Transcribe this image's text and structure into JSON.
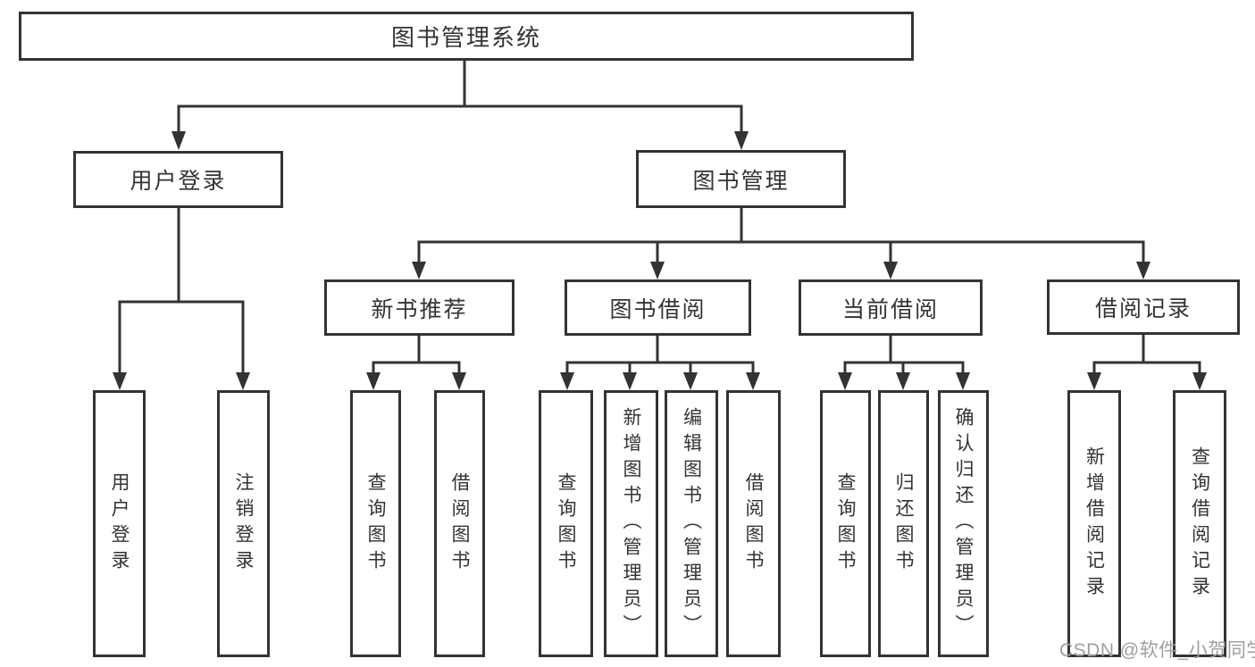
{
  "tree": {
    "label": "图书管理系统",
    "children": [
      {
        "label": "用户登录",
        "children": [
          {
            "label": "用户登录"
          },
          {
            "label": "注销登录"
          }
        ]
      },
      {
        "label": "图书管理",
        "children": [
          {
            "label": "新书推荐",
            "children": [
              {
                "label": "查询图书"
              },
              {
                "label": "借阅图书"
              }
            ]
          },
          {
            "label": "图书借阅",
            "children": [
              {
                "label": "查询图书"
              },
              {
                "label": "新增图书（管理员）"
              },
              {
                "label": "编辑图书（管理员）"
              },
              {
                "label": "借阅图书"
              }
            ]
          },
          {
            "label": "当前借阅",
            "children": [
              {
                "label": "查询图书"
              },
              {
                "label": "归还图书"
              },
              {
                "label": "确认归还（管理员）"
              }
            ]
          },
          {
            "label": "借阅记录",
            "children": [
              {
                "label": "新增借阅记录"
              },
              {
                "label": "查询借阅记录"
              }
            ]
          }
        ]
      }
    ]
  },
  "watermark": {
    "text": "CSDN @软件_小贺同学"
  },
  "colors": {
    "line": "#333333",
    "text": "#333333",
    "background": "#ffffff",
    "watermark": "#9f9f9f"
  }
}
